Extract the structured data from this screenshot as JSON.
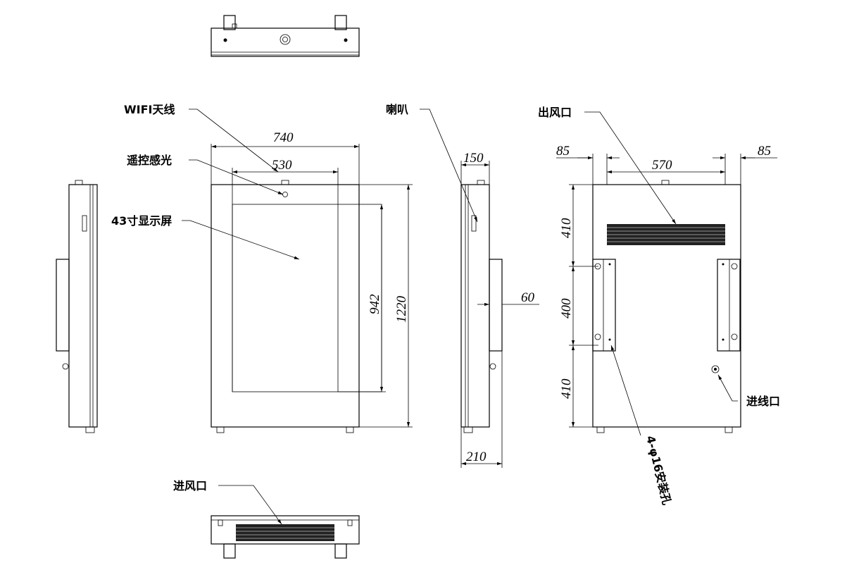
{
  "labels": {
    "wifi": "WIFI天线",
    "ir": "遥控感光",
    "screen": "43寸显示屏",
    "speaker": "喇叭",
    "outlet": "出风口",
    "inlet_air": "进风口",
    "cable_inlet": "进线口",
    "mount_holes": "4-φ16安装孔"
  },
  "dims": {
    "width_total": "740",
    "width_screen": "530",
    "height_screen": "942",
    "height_total": "1220",
    "depth_top": "150",
    "depth_bottom": "210",
    "bracket_depth": "60",
    "back_left": "85",
    "back_right": "85",
    "back_mid": "570",
    "back_h1": "410",
    "back_h2": "400",
    "back_h3": "410"
  }
}
